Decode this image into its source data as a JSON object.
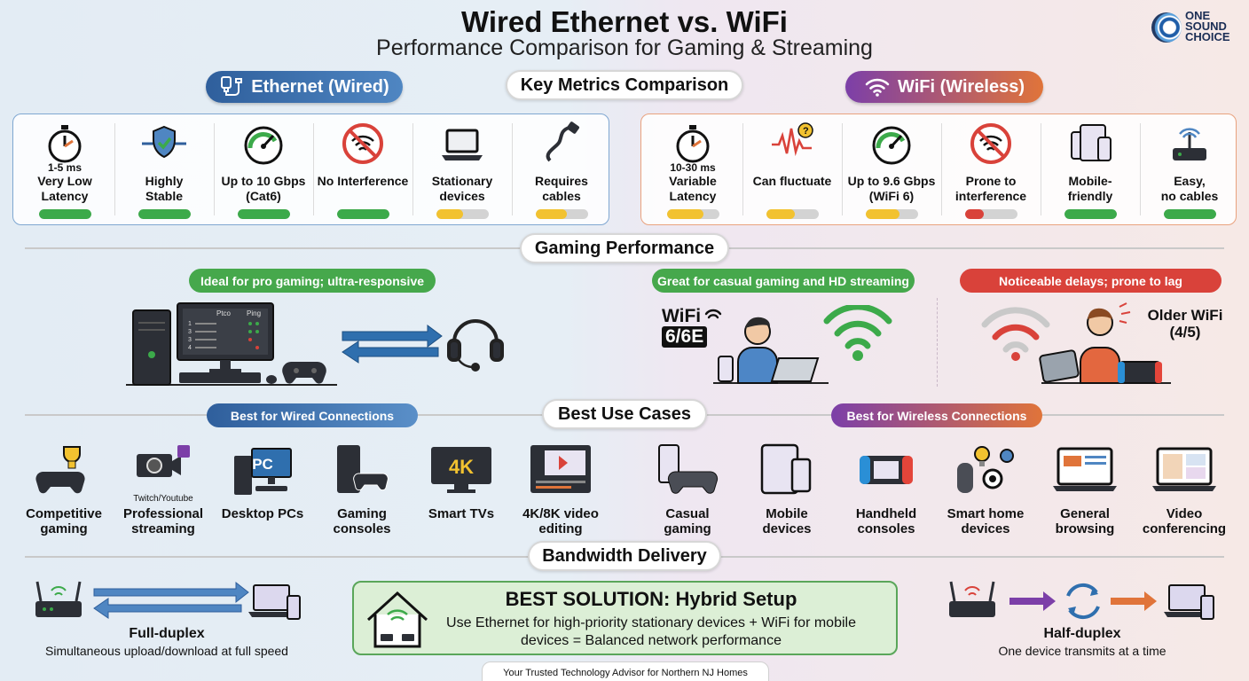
{
  "header": {
    "title": "Wired Ethernet vs. WiFi",
    "subtitle": "Performance Comparison for Gaming & Streaming",
    "logo_lines": [
      "ONE",
      "SOUND",
      "CHOICE"
    ]
  },
  "sections": {
    "ethernet": "Ethernet (Wired)",
    "wifi": "WiFi (Wireless)",
    "key_metrics": "Key Metrics Comparison",
    "gaming": "Gaming Performance",
    "use_cases": "Best Use Cases",
    "bandwidth": "Bandwidth Delivery"
  },
  "ethernet_metrics": [
    {
      "icon": "stopwatch-icon",
      "top": "1-5 ms",
      "line1": "Very Low",
      "line2": "Latency",
      "level": 1.0,
      "color": "#3caa4a"
    },
    {
      "icon": "shield-check-icon",
      "top": "",
      "line1": "Highly",
      "line2": "Stable",
      "level": 1.0,
      "color": "#3caa4a"
    },
    {
      "icon": "speedometer-icon",
      "top": "",
      "line1": "Up to 10 Gbps",
      "line2": "(Cat6)",
      "level": 1.0,
      "color": "#3caa4a"
    },
    {
      "icon": "no-wifi-icon",
      "top": "",
      "line1": "No Interference",
      "line2": "",
      "level": 1.0,
      "color": "#3caa4a"
    },
    {
      "icon": "laptop-icon",
      "top": "",
      "line1": "Stationary",
      "line2": "devices",
      "level": 0.5,
      "color": "#f2c230"
    },
    {
      "icon": "cable-icon",
      "top": "",
      "line1": "Requires",
      "line2": "cables",
      "level": 0.6,
      "color": "#f2c230"
    }
  ],
  "wifi_metrics": [
    {
      "icon": "stopwatch-icon",
      "top": "10-30 ms",
      "line1": "Variable",
      "line2": "Latency",
      "level": 0.7,
      "color": "#f2c230"
    },
    {
      "icon": "pulse-icon",
      "top": "",
      "line1": "Can fluctuate",
      "line2": "",
      "level": 0.55,
      "color": "#f2c230"
    },
    {
      "icon": "speedometer-icon",
      "top": "",
      "line1": "Up to 9.6 Gbps",
      "line2": "(WiFi 6)",
      "level": 0.65,
      "color": "#f2c230"
    },
    {
      "icon": "no-wifi-icon",
      "top": "",
      "line1": "Prone to",
      "line2": "interference",
      "level": 0.35,
      "color": "#d9423a"
    },
    {
      "icon": "devices-icon",
      "top": "",
      "line1": "Mobile-",
      "line2": "friendly",
      "level": 1.0,
      "color": "#3caa4a"
    },
    {
      "icon": "router-icon",
      "top": "",
      "line1": "Easy,",
      "line2": "no cables",
      "level": 1.0,
      "color": "#3caa4a"
    }
  ],
  "gaming": {
    "eth_tag": "Ideal for pro gaming; ultra-responsive",
    "wifi_tag": "Great for casual gaming and HD streaming",
    "old_tag": "Noticeable delays; prone to lag",
    "wifi6_label1": "WiFi",
    "wifi6_label2": "6/6E",
    "older_label1": "Older WiFi",
    "older_label2": "(4/5)",
    "screen_headers": [
      "Ptco",
      "Ping"
    ],
    "screen_rows": [
      "1",
      "3",
      "3",
      "4"
    ]
  },
  "use_cases": {
    "wired_tag": "Best for Wired Connections",
    "wireless_tag": "Best for Wireless Connections",
    "wired": [
      {
        "icon": "trophy-controller-icon",
        "line1": "Competitive",
        "line2": "gaming"
      },
      {
        "icon": "camera-icon",
        "line1": "Professional",
        "line2": "streaming",
        "sub": "Twitch/Youtube"
      },
      {
        "icon": "desktop-pc-icon",
        "line1": "Desktop PCs",
        "line2": "",
        "sub": "PC"
      },
      {
        "icon": "console-icon",
        "line1": "Gaming",
        "line2": "consoles"
      },
      {
        "icon": "tv-4k-icon",
        "line1": "Smart TVs",
        "line2": "",
        "sub": "4K"
      },
      {
        "icon": "video-editing-icon",
        "line1": "4K/8K video",
        "line2": "editing"
      }
    ],
    "wireless": [
      {
        "icon": "phone-controller-icon",
        "line1": "Casual",
        "line2": "gaming"
      },
      {
        "icon": "tablet-phone-icon",
        "line1": "Mobile",
        "line2": "devices"
      },
      {
        "icon": "handheld-console-icon",
        "line1": "Handheld",
        "line2": "consoles"
      },
      {
        "icon": "smart-home-icon",
        "line1": "Smart home",
        "line2": "devices"
      },
      {
        "icon": "browser-icon",
        "line1": "General",
        "line2": "browsing"
      },
      {
        "icon": "video-call-icon",
        "line1": "Video",
        "line2": "conferencing"
      }
    ]
  },
  "bandwidth": {
    "full_title": "Full-duplex",
    "full_desc": "Simultaneous upload/download at full speed",
    "half_title": "Half-duplex",
    "half_desc": "One device transmits at a time",
    "hybrid_title": "BEST SOLUTION: Hybrid Setup",
    "hybrid_line1": "Use Ethernet for high-priority stationary devices + WiFi for mobile",
    "hybrid_line2": "devices = Balanced network performance"
  },
  "footer": "Your Trusted Technology Advisor for Northern NJ Homes",
  "colors": {
    "green": "#3caa4a",
    "yellow": "#f2c230",
    "red": "#d9423a",
    "eth_blue": "#2f5f9c",
    "wifi_purple": "#7c3fa8",
    "wifi_orange": "#e0743a"
  }
}
